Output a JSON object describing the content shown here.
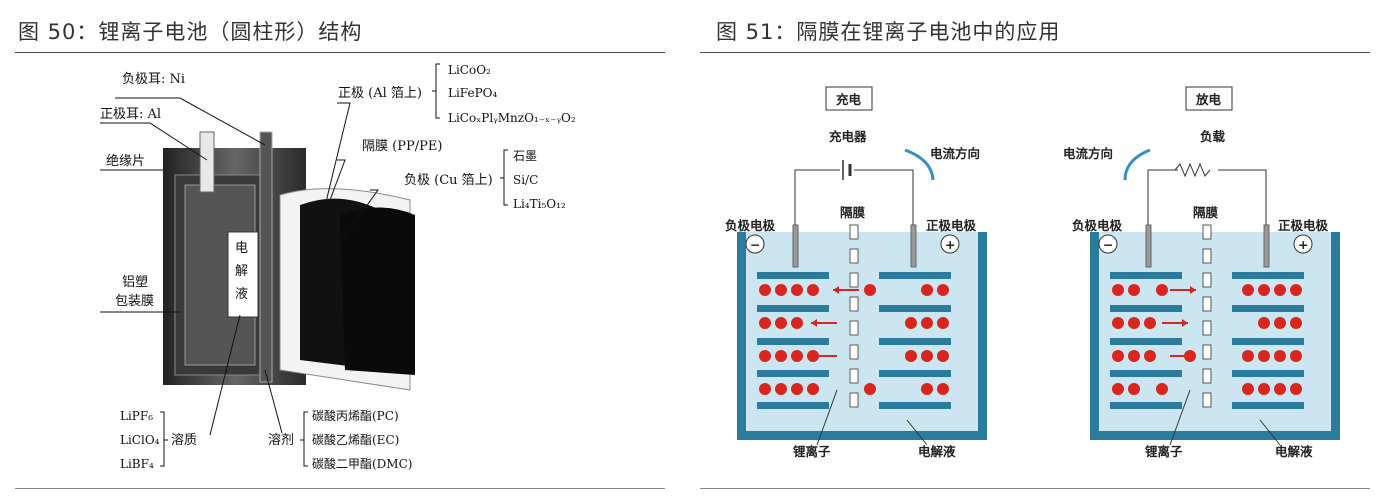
{
  "left": {
    "title": "图 50：锂离子电池（圆柱形）结构",
    "labels": {
      "neg_tab": "负极耳: Ni",
      "pos_tab": "正极耳: Al",
      "insulator": "绝缘片",
      "casing": [
        "铝塑",
        "包装膜"
      ],
      "electrolyte": [
        "电",
        "解",
        "液"
      ],
      "cathode": "正极 (Al 箔上)",
      "cathode_materials": [
        "LiCoO₂",
        "LiFePO₄",
        "LiCoₓPlᵧMnzO₁₋ₓ₋ᵧO₂"
      ],
      "separator": "隔膜 (PP/PE)",
      "anode": "负极 (Cu 箔上)",
      "anode_materials": [
        "石墨",
        "Si/C",
        "Li₄Ti₅O₁₂"
      ],
      "solutes": [
        "LiPF₆",
        "LiClO₄",
        "LiBF₄"
      ],
      "solute_label": "溶质",
      "solvent_label": "溶剂",
      "solvents": [
        "碳酸丙烯酯(PC)",
        "碳酸乙烯酯(EC)",
        "碳酸二甲酯(DMC)"
      ]
    }
  },
  "right": {
    "title": "图 51：隔膜在锂离子电池中的应用",
    "charge": {
      "mode": "充电",
      "source": "充电器",
      "current": "电流方向"
    },
    "discharge": {
      "mode": "放电",
      "source": "负载",
      "current": "电流方向"
    },
    "labels": {
      "neg": "负极电极",
      "sep": "隔膜",
      "pos": "正极电极",
      "ion": "锂离子",
      "electrolyte": "电解液",
      "minus": "−",
      "plus": "+"
    },
    "colors": {
      "container": "#2b7c9c",
      "electrolyte": "#cbe6f1",
      "ion": "#d7261e",
      "arrow": "#d7261e"
    }
  }
}
